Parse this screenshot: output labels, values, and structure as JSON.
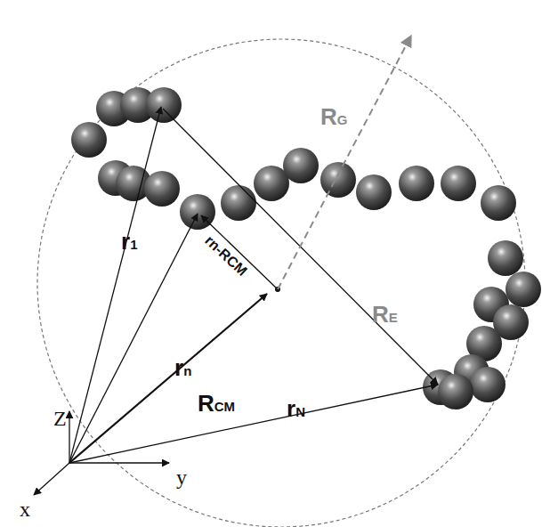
{
  "diagram": {
    "labels": [
      "RG",
      "r1",
      "rn",
      "rn-RCM",
      "RE",
      "RCM",
      "rN",
      "Z",
      "y",
      "x"
    ]
  }
}
